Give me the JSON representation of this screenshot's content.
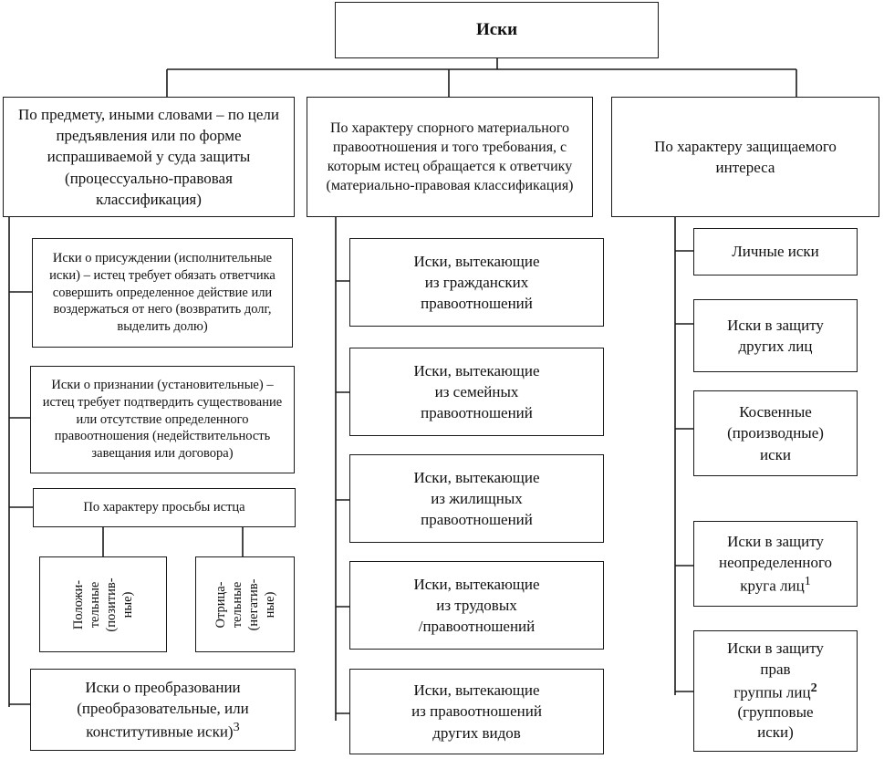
{
  "root": {
    "label": "Иски"
  },
  "branches": [
    {
      "label": "По предмету, иными словами – по цели предъявления или по форме испрашиваемой у суда защиты (процессуально-правовая классификация)"
    },
    {
      "label": "По характеру спорного материального правоотношения и того требования, с которым истец обращается к ответчику (материально-правовая классификация)"
    },
    {
      "label": "По характеру защищаемого интереса"
    }
  ],
  "left_items": [
    {
      "label": "Иски о присуждении (исполнительные иски) – истец требует обязать ответчика совершить определенное действие или воздержаться от него (возвратить долг, выделить долю)"
    },
    {
      "label": "Иски о признании (установительные) – истец требует подтвердить существование или отсутствие определенного правоотношения (недействительность завещания или договора)"
    },
    {
      "label": "По характеру просьбы истца"
    },
    {
      "label": "Иски о преобразовании (преобразовательные, или конститутивные иски)",
      "sup": "3"
    }
  ],
  "request_types": [
    {
      "label": "Положи-\nтельные\n(позитив-\nные)"
    },
    {
      "label": "Отрица-\nтельные\n(негатив-\nные)"
    }
  ],
  "middle_items": [
    {
      "label": "Иски, вытекающие\nиз гражданских\nправоотношений"
    },
    {
      "label": "Иски, вытекающие\nиз семейных\nправоотношений"
    },
    {
      "label": "Иски, вытекающие\nиз жилищных\nправоотношений"
    },
    {
      "label": "Иски, вытекающие\nиз трудовых\n/правоотношений"
    },
    {
      "label": "Иски, вытекающие\nиз правоотношений\nдругих видов"
    }
  ],
  "right_items": [
    {
      "label": "Личные иски"
    },
    {
      "label": "Иски в защиту\nдругих лиц"
    },
    {
      "label": "Косвенные\n(производные)\nиски"
    },
    {
      "label": "Иски в защиту\nнеопределенного\nкруга лиц",
      "sup": "1"
    },
    {
      "label": "Иски в защиту\nправ\nгруппы лиц",
      "sup": "2",
      "tail": "\n(групповые\nиски)"
    }
  ]
}
